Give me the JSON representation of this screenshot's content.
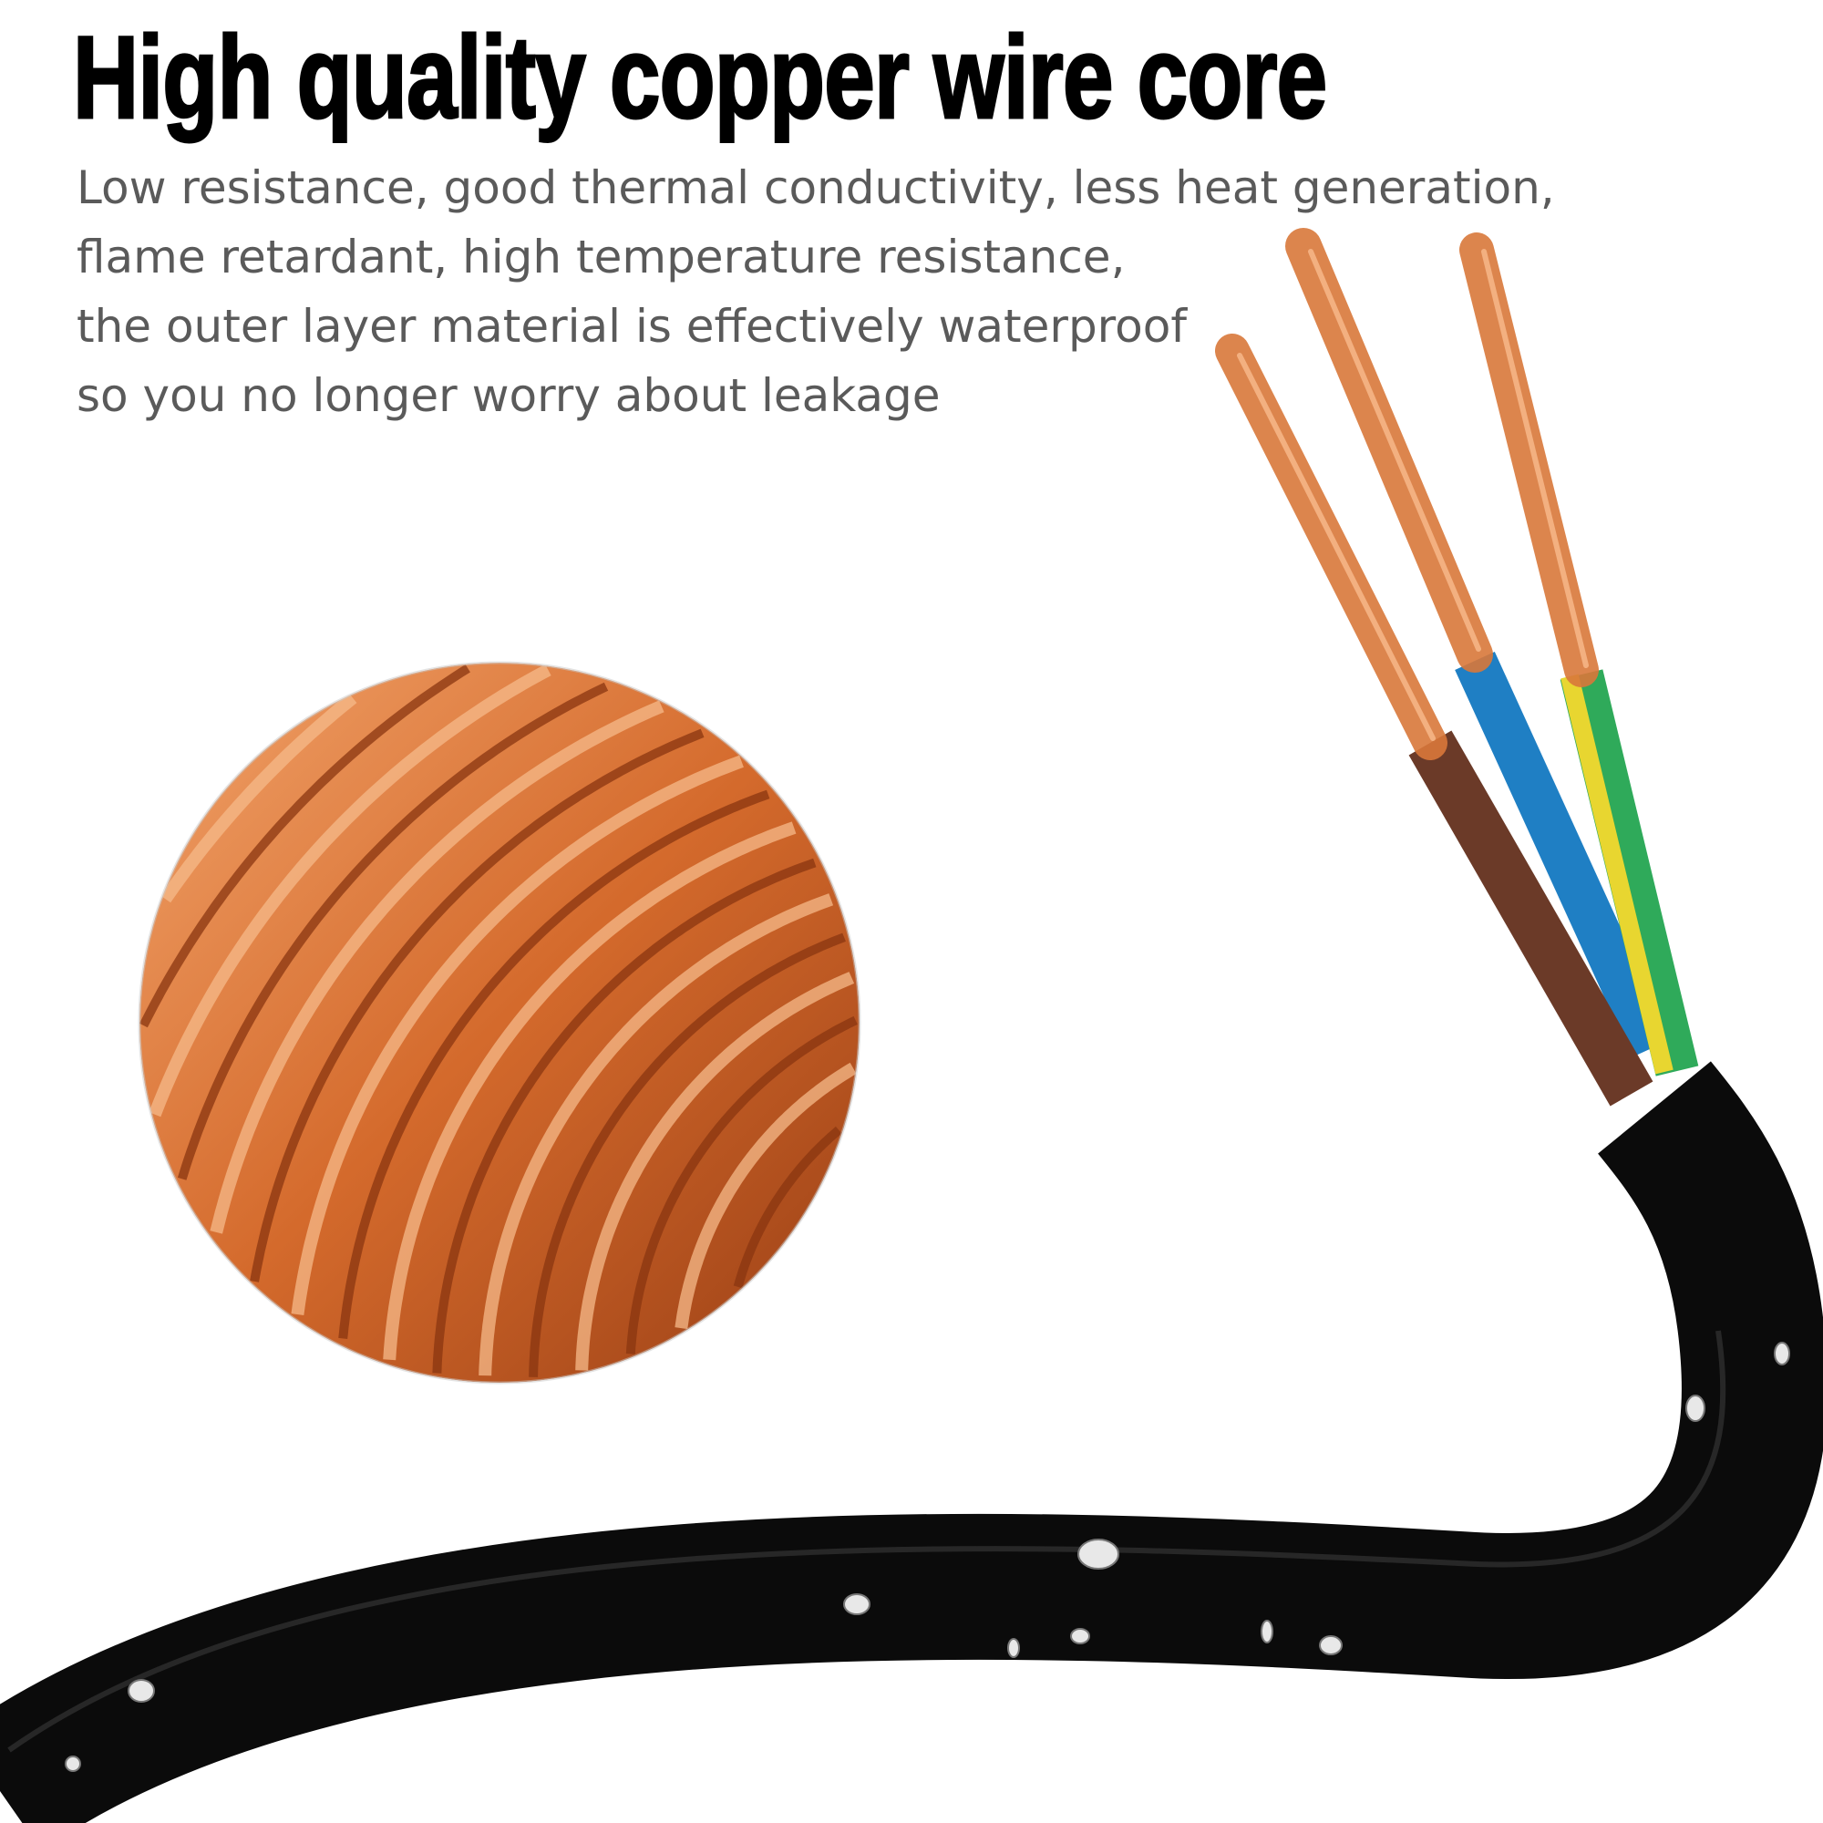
{
  "headline": "High quality copper wire core",
  "description_lines": [
    "Low resistance, good thermal conductivity, less heat generation,",
    "flame retardant, high temperature resistance,",
    "the outer layer material is effectively waterproof",
    "so you no longer worry about leakage"
  ],
  "colors": {
    "copper": "#d9783a",
    "cable_jacket": "#0b0b0b",
    "wire_brown": "#6b3a28",
    "wire_blue": "#1f7fc4",
    "wire_green": "#2faa5a",
    "wire_yellow": "#e8d630",
    "text": "#5a5a5a"
  }
}
